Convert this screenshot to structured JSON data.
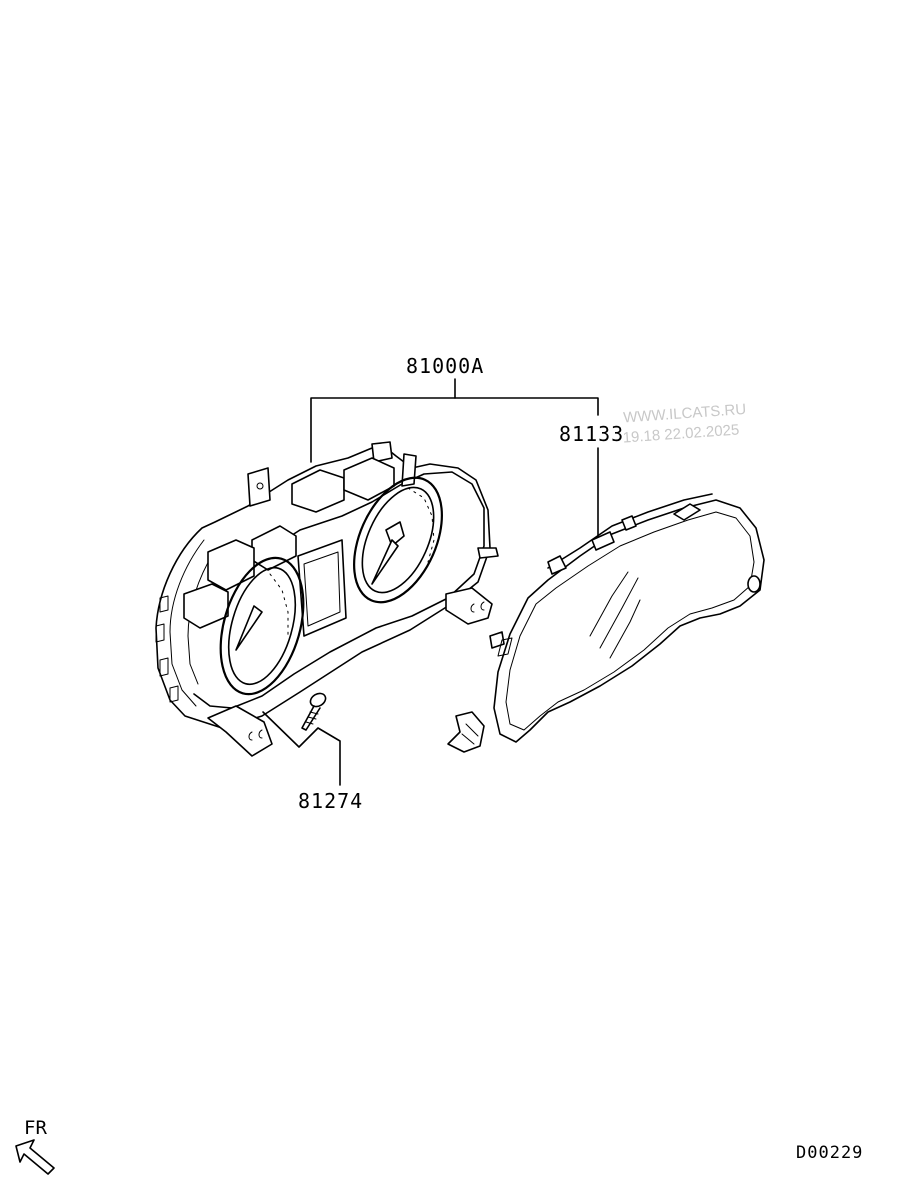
{
  "diagram": {
    "parts": {
      "cluster": "81000A",
      "lens": "81133",
      "screw": "81274"
    },
    "watermark": {
      "line1": "WWW.ILCATS.RU",
      "line2": "19.18 22.02.2025"
    },
    "direction": {
      "label": "FR",
      "icon": "front-direction-arrow-icon"
    },
    "diagram_code": "D00229"
  }
}
